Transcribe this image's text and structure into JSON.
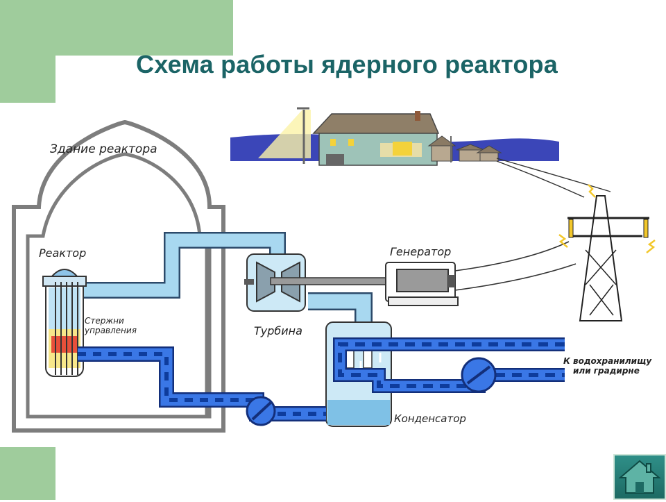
{
  "title": "Схема работы  ядерного реактора",
  "labels": {
    "building": "Здание реактора",
    "reactor": "Реактор",
    "rods_line1": "Стержни",
    "rods_line2": "управления",
    "turbine": "Турбина",
    "generator": "Генератор",
    "condenser": "Конденсатор",
    "reservoir_line1": "К водохранилищу",
    "reservoir_line2": "или градирне"
  },
  "colors": {
    "accent_green": "#9fcc9c",
    "title": "#1b6466",
    "steam": "#a8d8f0",
    "water_dark": "#1e5ad2",
    "wall": "#7d7d7d"
  },
  "icons": {
    "nav": "home-icon"
  }
}
